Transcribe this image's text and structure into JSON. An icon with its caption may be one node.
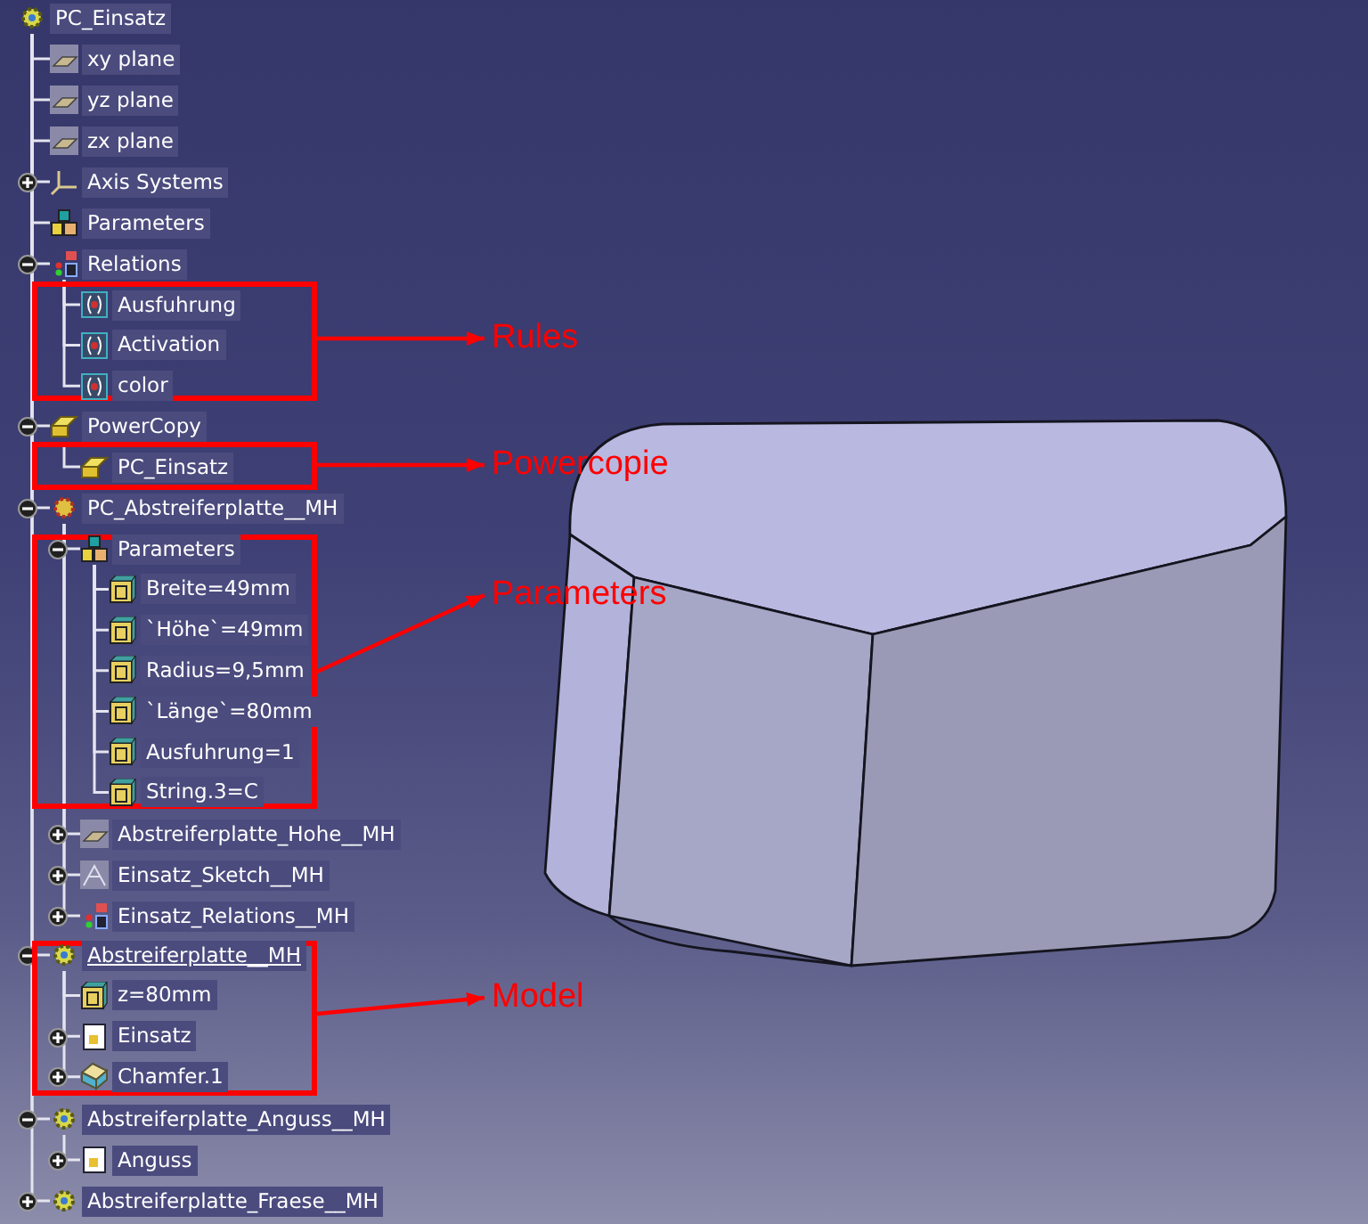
{
  "diagram": {
    "nodes": [
      {
        "text": [
          "PC_Einsatz"
        ]
      },
      {
        "text": [
          "xy plane"
        ]
      },
      {
        "text": [
          "yz plane"
        ]
      },
      {
        "text": [
          "zx plane"
        ]
      },
      {
        "text": [
          "Axis Systems"
        ]
      },
      {
        "text": [
          "Parameters"
        ]
      },
      {
        "text": [
          "Relations"
        ]
      },
      {
        "text": [],
        "shape": "box"
      },
      {
        "text": [
          "Ausfuhrung"
        ],
        "in": 7
      },
      {
        "text": [
          "Activation"
        ],
        "in": 7
      },
      {
        "text": [
          "color"
        ],
        "in": 7
      },
      {
        "text": [
          "PowerCopy"
        ]
      },
      {
        "text": [],
        "shape": "box"
      },
      {
        "text": [
          "PC_Einsatz"
        ],
        "in": 12
      },
      {
        "text": [
          "PC_Abstreiferplatte__MH"
        ]
      },
      {
        "text": [],
        "shape": "box"
      },
      {
        "text": [
          "Parameters"
        ],
        "in": 15
      },
      {
        "text": [
          "Breite=49mm"
        ],
        "in": 15
      },
      {
        "text": [
          "`Höhe`=49mm"
        ],
        "in": 15
      },
      {
        "text": [
          "Radius=9,5mm"
        ],
        "in": 15
      },
      {
        "text": [
          "`Länge`=80mm"
        ],
        "in": 15
      },
      {
        "text": [
          "Ausfuhrung=1"
        ],
        "in": 15
      },
      {
        "text": [
          "String.3=C"
        ],
        "in": 15
      },
      {
        "text": [
          "Abstreiferplatte_Hohe__MH"
        ]
      },
      {
        "text": [
          "Einsatz_Sketch__MH"
        ]
      },
      {
        "text": [
          "Einsatz_Relations__MH"
        ]
      },
      {
        "text": [],
        "shape": "box"
      },
      {
        "text": [
          "Abstreiferplatte__MH"
        ],
        "in": 26
      },
      {
        "text": [
          "z=80mm"
        ],
        "in": 26
      },
      {
        "text": [
          "Einsatz"
        ],
        "in": 26
      },
      {
        "text": [
          "Chamfer.1"
        ],
        "in": 26
      },
      {
        "text": [
          "Abstreiferplatte_Anguss__MH"
        ]
      },
      {
        "text": [
          "Anguss"
        ]
      },
      {
        "text": [
          "Abstreiferplatte_Fraese__MH"
        ]
      },
      {
        "text": [
          "Rules"
        ]
      },
      {
        "text": [
          "Powercopie"
        ]
      },
      {
        "text": [
          "Parameters"
        ]
      },
      {
        "text": [
          "Model"
        ]
      }
    ],
    "edges": [
      {
        "from": 0,
        "to": 1,
        "arrow": "none"
      },
      {
        "from": 0,
        "to": 2,
        "arrow": "none"
      },
      {
        "from": 0,
        "to": 3,
        "arrow": "none"
      },
      {
        "from": 0,
        "to": 4,
        "arrow": "none"
      },
      {
        "from": 0,
        "to": 5,
        "arrow": "none"
      },
      {
        "from": 0,
        "to": 6,
        "arrow": "none"
      },
      {
        "from": 6,
        "to": 8,
        "arrow": "none"
      },
      {
        "from": 6,
        "to": 9,
        "arrow": "none"
      },
      {
        "from": 6,
        "to": 10,
        "arrow": "none"
      },
      {
        "from": 0,
        "to": 11,
        "arrow": "none"
      },
      {
        "from": 11,
        "to": 13,
        "arrow": "none"
      },
      {
        "from": 0,
        "to": 14,
        "arrow": "none"
      },
      {
        "from": 14,
        "to": 16,
        "arrow": "none"
      },
      {
        "from": 16,
        "to": 17,
        "arrow": "none"
      },
      {
        "from": 16,
        "to": 18,
        "arrow": "none"
      },
      {
        "from": 16,
        "to": 19,
        "arrow": "none"
      },
      {
        "from": 16,
        "to": 20,
        "arrow": "none"
      },
      {
        "from": 16,
        "to": 21,
        "arrow": "none"
      },
      {
        "from": 16,
        "to": 22,
        "arrow": "none"
      },
      {
        "from": 14,
        "to": 23,
        "arrow": "none"
      },
      {
        "from": 14,
        "to": 24,
        "arrow": "none"
      },
      {
        "from": 14,
        "to": 25,
        "arrow": "none"
      },
      {
        "from": 0,
        "to": 27,
        "arrow": "none"
      },
      {
        "from": 27,
        "to": 28,
        "arrow": "none"
      },
      {
        "from": 27,
        "to": 29,
        "arrow": "none"
      },
      {
        "from": 27,
        "to": 30,
        "arrow": "none"
      },
      {
        "from": 0,
        "to": 31,
        "arrow": "none"
      },
      {
        "from": 31,
        "to": 32,
        "arrow": "none"
      },
      {
        "from": 0,
        "to": 33,
        "arrow": "none"
      },
      {
        "from": 7,
        "to": 34,
        "arrow": "to",
        "color": "#ff0000"
      },
      {
        "from": 12,
        "to": 35,
        "arrow": "to",
        "color": "#ff0000"
      },
      {
        "from": 15,
        "to": 36,
        "arrow": "to",
        "color": "#ff0000"
      },
      {
        "from": 26,
        "to": 37,
        "arrow": "to",
        "color": "#ff0000"
      }
    ]
  }
}
